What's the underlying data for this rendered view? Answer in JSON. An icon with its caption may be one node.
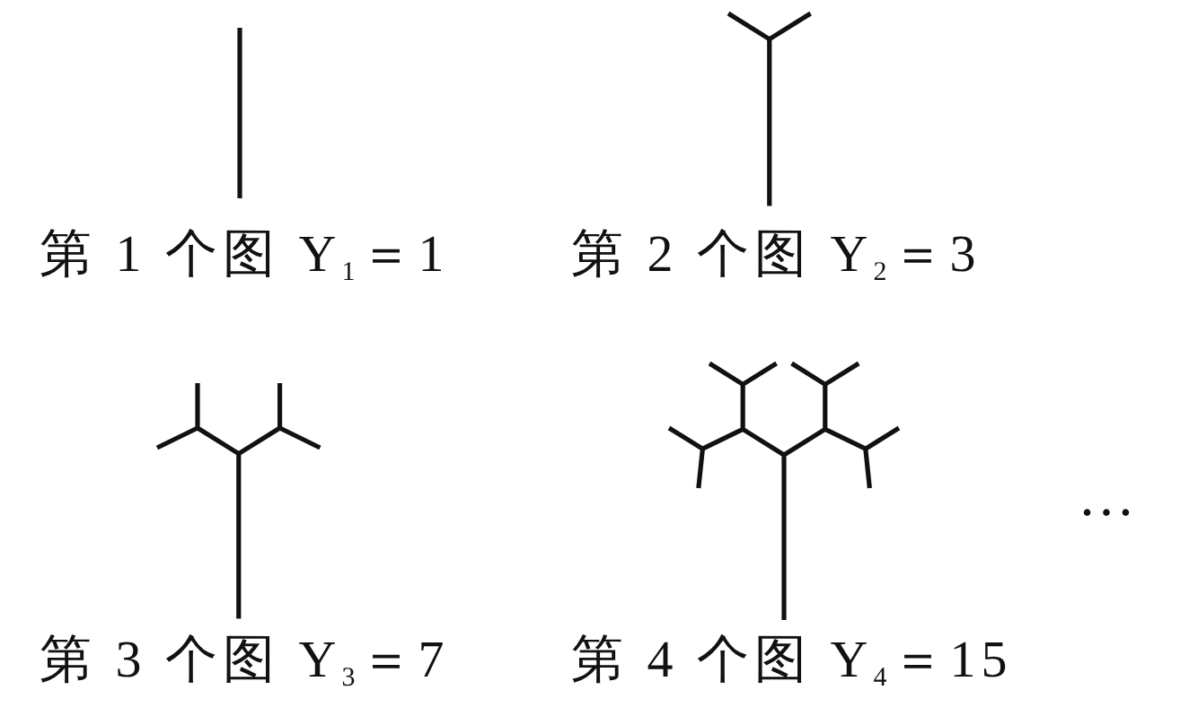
{
  "diagram": {
    "labels": [
      "第 1 个图 Y$_{1}$＝1",
      "第 2 个图 Y$_{2}$＝3",
      "第 3 个图 Y$_{3}$＝7",
      "第 4 个图 Y$_{4}$＝15",
      "…"
    ]
  }
}
